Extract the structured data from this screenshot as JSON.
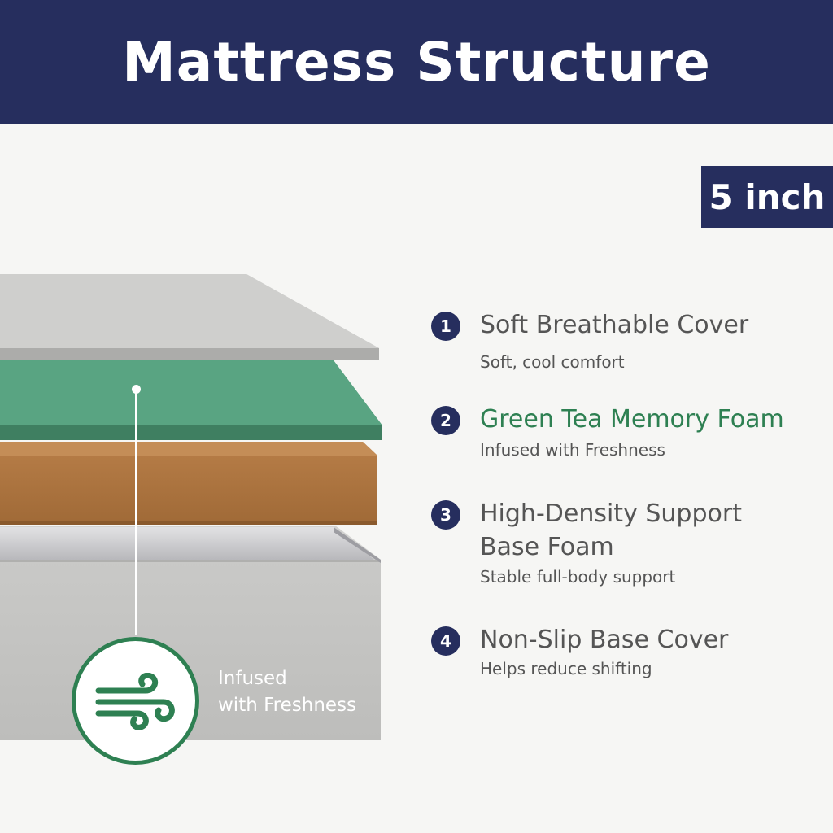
{
  "header": {
    "title": "Mattress Structure"
  },
  "size_badge": "5 inch",
  "callout": {
    "line1": "Infused",
    "line2": "with Freshness"
  },
  "features": [
    {
      "number": "1",
      "title": "Soft Breathable Cover",
      "subtitle": "Soft, cool comfort"
    },
    {
      "number": "2",
      "title": "Green Tea Memory Foam",
      "subtitle": "Infused with Freshness"
    },
    {
      "number": "3",
      "title_line1": "High-Density Support",
      "title_line2": "Base Foam",
      "subtitle": "Stable full-body support"
    },
    {
      "number": "4",
      "title": "Non-Slip Base Cover",
      "subtitle": "Helps reduce shifting"
    }
  ],
  "colors": {
    "navy": "#262e5e",
    "green": "#2e8052",
    "text_gray": "#555555",
    "cover_gray": "#c8c8c6",
    "foam_green": "#4f9a78",
    "foam_brown": "#ad7440"
  },
  "icons": {
    "freshness": "wind-icon"
  }
}
